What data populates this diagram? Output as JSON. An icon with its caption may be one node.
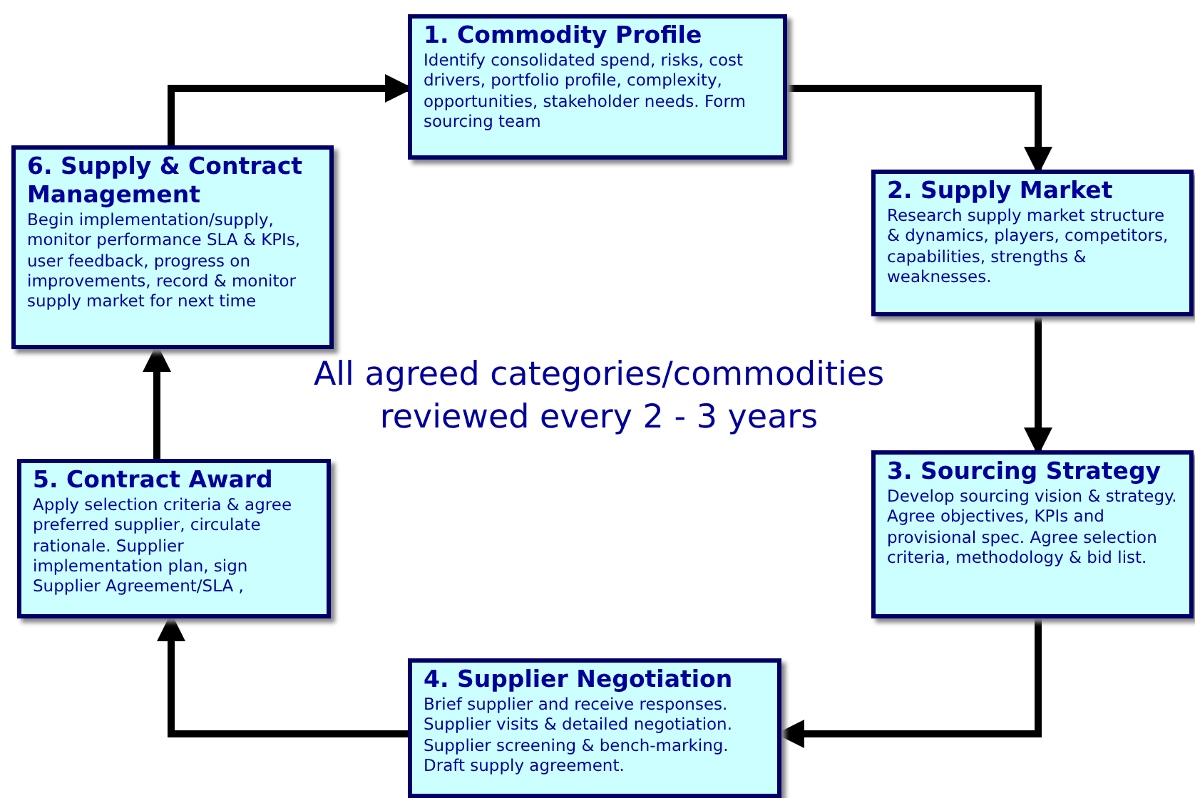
{
  "diagram": {
    "nodes": [
      {
        "text": [
          "1. Commodity Profile",
          "Identify consolidated spend, risks, cost drivers, portfolio profile, complexity, opportunities, stakeholder needs. Form sourcing team"
        ]
      },
      {
        "text": [
          "2. Supply Market",
          "Research supply market structure & dynamics, players, competitors, capabilities, strengths & weaknesses."
        ]
      },
      {
        "text": [
          "3. Sourcing Strategy",
          "Develop sourcing vision & strategy. Agree objectives, KPIs and provisional spec. Agree selection criteria, methodology & bid list."
        ]
      },
      {
        "text": [
          "4. Supplier Negotiation",
          "Brief supplier and receive responses. Supplier visits & detailed negotiation. Supplier screening & bench-marking. Draft supply agreement."
        ]
      },
      {
        "text": [
          "5. Contract Award",
          "Apply selection criteria & agree preferred supplier, circulate rationale.  Supplier implementation plan, sign Supplier Agreement/SLA ,"
        ]
      },
      {
        "text": [
          "6. Supply & Contract Management",
          "Begin implementation/supply, monitor performance SLA & KPIs, user feedback, progress on improvements, record & monitor supply market for next time"
        ]
      }
    ],
    "edges": [
      {
        "from": 5,
        "to": 0,
        "arrow": "to"
      },
      {
        "from": 0,
        "to": 1,
        "arrow": "to"
      },
      {
        "from": 1,
        "to": 2,
        "arrow": "to"
      },
      {
        "from": 2,
        "to": 3,
        "arrow": "to"
      },
      {
        "from": 3,
        "to": 4,
        "arrow": "to"
      },
      {
        "from": 4,
        "to": 5,
        "arrow": "to"
      }
    ],
    "labels": [
      "All agreed categories/commodities reviewed every 2 - 3 years"
    ]
  }
}
